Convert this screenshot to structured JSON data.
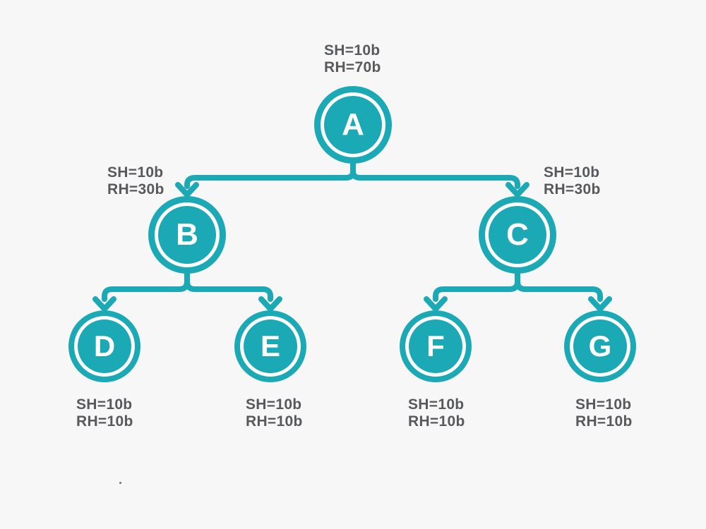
{
  "colors": {
    "accent": "#1ba9b6",
    "background": "#f7f7f7",
    "text": "#58595c",
    "node_letter": "#ffffff"
  },
  "tree": {
    "type": "binary-tree-diagram",
    "nodes": [
      {
        "id": "A",
        "label": "A",
        "annotation": [
          "SH=10b",
          "RH=70b"
        ],
        "annotation_position": "above"
      },
      {
        "id": "B",
        "label": "B",
        "annotation": [
          "SH=10b",
          "RH=30b"
        ],
        "annotation_position": "above-left"
      },
      {
        "id": "C",
        "label": "C",
        "annotation": [
          "SH=10b",
          "RH=30b"
        ],
        "annotation_position": "above-right"
      },
      {
        "id": "D",
        "label": "D",
        "annotation": [
          "SH=10b",
          "RH=10b"
        ],
        "annotation_position": "below"
      },
      {
        "id": "E",
        "label": "E",
        "annotation": [
          "SH=10b",
          "RH=10b"
        ],
        "annotation_position": "below"
      },
      {
        "id": "F",
        "label": "F",
        "annotation": [
          "SH=10b",
          "RH=10b"
        ],
        "annotation_position": "below"
      },
      {
        "id": "G",
        "label": "G",
        "annotation": [
          "SH=10b",
          "RH=10b"
        ],
        "annotation_position": "below"
      }
    ],
    "edges": [
      [
        "A",
        "B"
      ],
      [
        "A",
        "C"
      ],
      [
        "B",
        "D"
      ],
      [
        "B",
        "E"
      ],
      [
        "C",
        "F"
      ],
      [
        "C",
        "G"
      ]
    ]
  },
  "stray_mark": "."
}
